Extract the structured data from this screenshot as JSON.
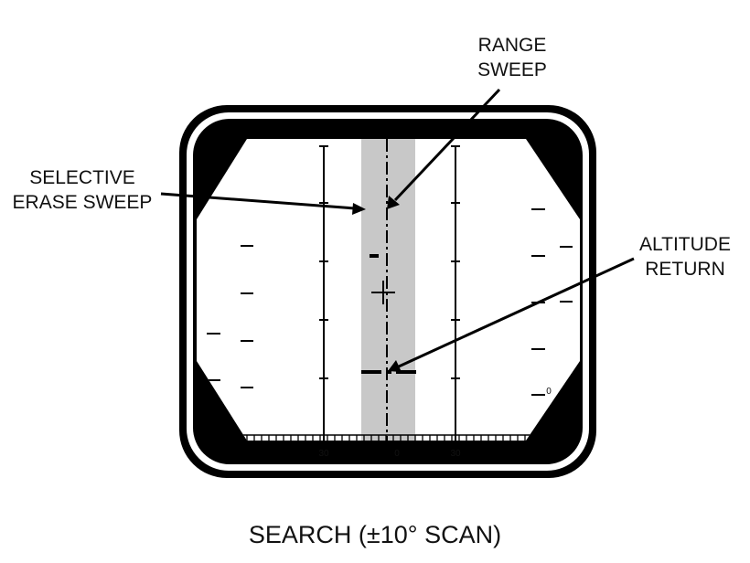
{
  "callouts": {
    "range_sweep": [
      "RANGE",
      "SWEEP"
    ],
    "selective_erase_sweep": [
      "SELECTIVE",
      "ERASE SWEEP"
    ],
    "altitude_return": [
      "ALTITUDE",
      "RETURN"
    ]
  },
  "scale": {
    "left_label": "30",
    "center_label": "0",
    "right_label": "30",
    "corner_label": "0"
  },
  "caption": "SEARCH (±10° SCAN)",
  "colors": {
    "bezel": "#000000",
    "erase_band": "#c8c8c8",
    "background": "#ffffff"
  }
}
